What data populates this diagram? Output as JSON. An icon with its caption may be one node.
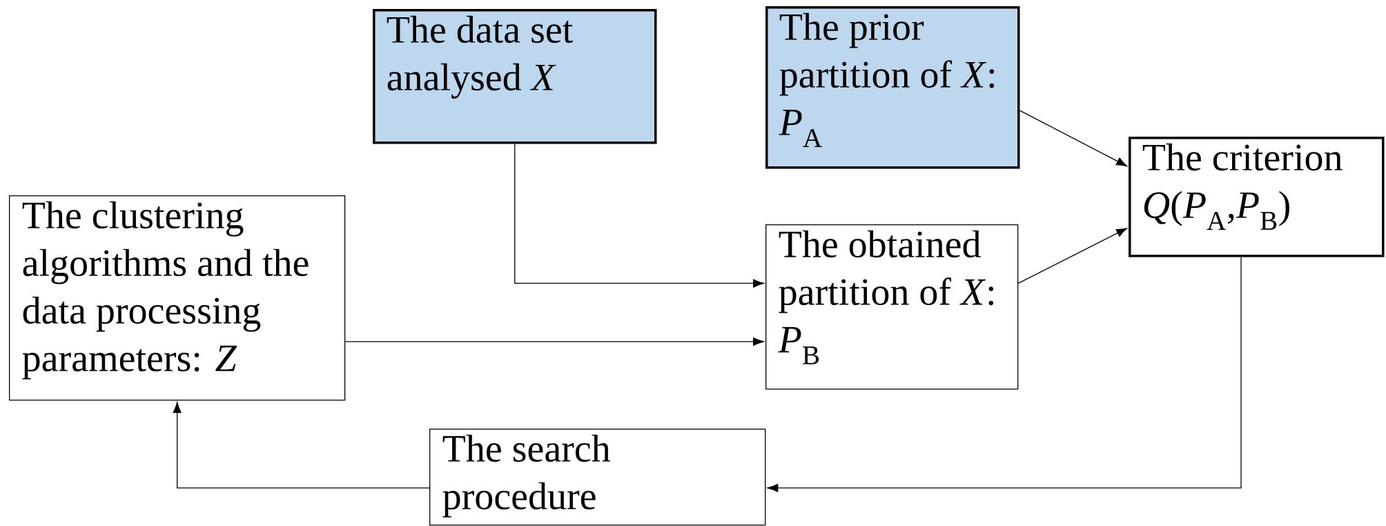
{
  "diagram": {
    "nodes": [
      {
        "text": [
          "The data set analysed *X*"
        ]
      },
      {
        "text": [
          "The prior partition of *X*: *P*$_{A}$"
        ]
      },
      {
        "text": [
          "The criterion *Q*(*P*$_{A}$,*P*$_{B}$)"
        ]
      },
      {
        "text": [
          "The clustering algorithms and the data processing parameters: *Z*"
        ]
      },
      {
        "text": [
          "The obtained partition of *X*: *P*$_{B}$"
        ]
      },
      {
        "text": [
          "The search procedure"
        ]
      }
    ],
    "edges": [
      {
        "from": 0,
        "to": 4,
        "arrow": "to"
      },
      {
        "from": 3,
        "to": 4,
        "arrow": "to"
      },
      {
        "from": 1,
        "to": 2,
        "arrow": "to"
      },
      {
        "from": 4,
        "to": 2,
        "arrow": "to"
      },
      {
        "from": 2,
        "to": 5,
        "arrow": "to"
      },
      {
        "from": 5,
        "to": 3,
        "arrow": "to"
      }
    ]
  }
}
